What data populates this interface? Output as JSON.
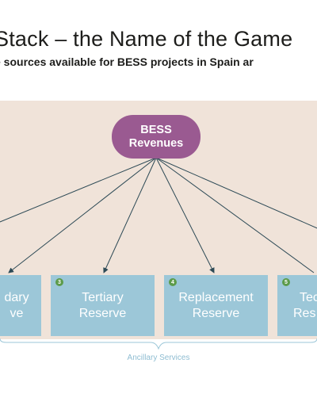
{
  "header": {
    "title": "Stack – the Name of the Game",
    "subtitle": "e sources available for BESS projects in Spain ar"
  },
  "diagram": {
    "root": {
      "line1": "BESS",
      "line2": "Revenues"
    },
    "nodes": [
      {
        "number": "",
        "line1": "dary",
        "line2": "ve"
      },
      {
        "number": "3",
        "line1": "Tertiary",
        "line2": "Reserve"
      },
      {
        "number": "4",
        "line1": "Replacement",
        "line2": "Reserve"
      },
      {
        "number": "5",
        "line1": "Tec",
        "line2": "Res"
      }
    ],
    "group_label": "Ancillary Services"
  },
  "colors": {
    "root_fill": "#9a5a91",
    "box_fill": "#9cc7d8",
    "badge_fill": "#5c9b4a",
    "panel_bg": "#f0e3d9",
    "arrow": "#2d4a56",
    "group_label": "#8fbdd2"
  }
}
